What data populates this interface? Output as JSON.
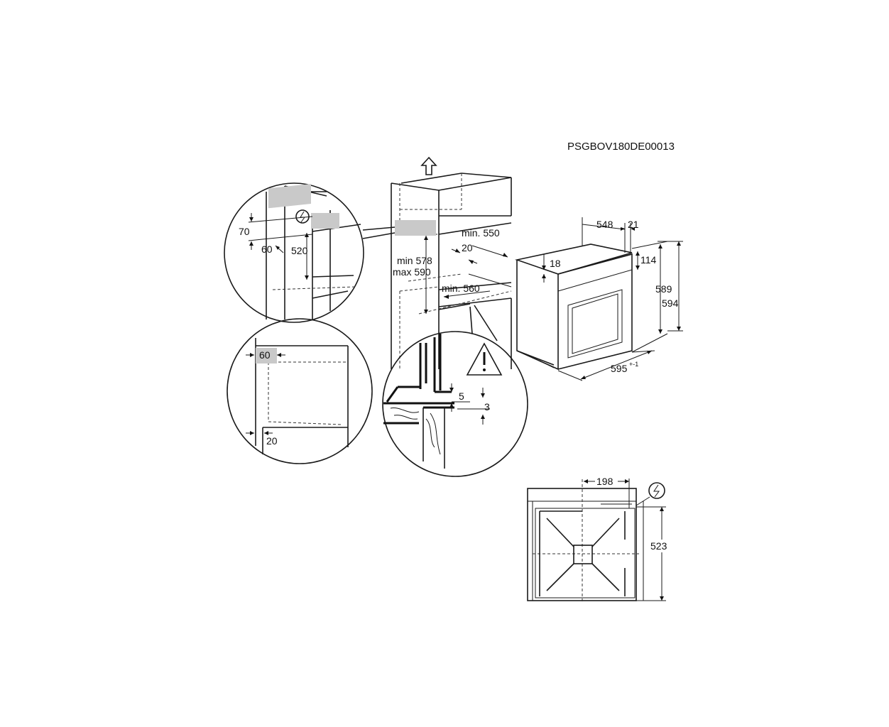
{
  "drawing_code": "PSGBOV180DE00013",
  "detail_top_left": {
    "dim_70": "70",
    "dim_60": "60",
    "dim_520": "520"
  },
  "detail_bottom_left": {
    "dim_60": "60",
    "dim_20": "20"
  },
  "cabinet": {
    "dim_min_550": "min. 550",
    "dim_20": "20",
    "dim_min_578": "min 578",
    "dim_max_590": "max 590",
    "dim_min_560": "min. 560"
  },
  "detail_bottom_center": {
    "dim_5": "5",
    "dim_3": "3"
  },
  "oven": {
    "dim_548": "548",
    "dim_21": "21",
    "dim_114": "114",
    "dim_18": "18",
    "dim_589": "589",
    "dim_594": "594",
    "dim_595": "595",
    "dim_595_tol": "+-1"
  },
  "top_view": {
    "dim_198": "198",
    "dim_523": "523"
  },
  "icons": [
    "electric-connection-icon",
    "warning-triangle-icon",
    "up-arrow-icon"
  ]
}
